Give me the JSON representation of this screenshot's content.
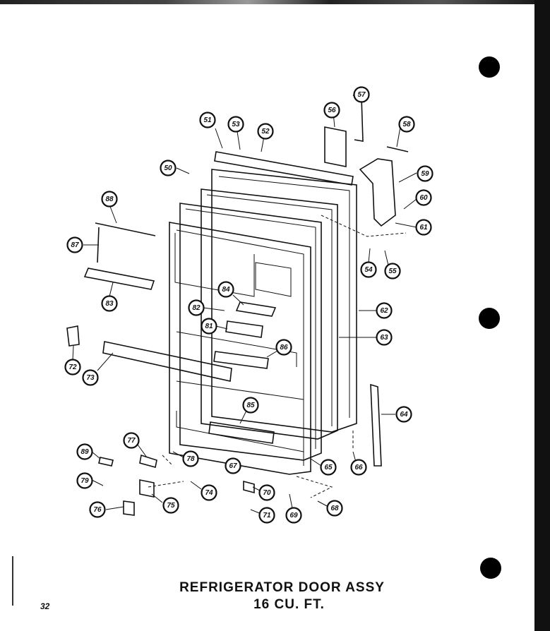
{
  "document": {
    "title_line_1": "REFRIGERATOR DOOR ASSY",
    "title_line_2": "16 CU. FT.",
    "page_number": "32"
  },
  "callouts": [
    "51",
    "53",
    "52",
    "50",
    "56",
    "57",
    "58",
    "59",
    "60",
    "61",
    "54",
    "55",
    "62",
    "63",
    "64",
    "88",
    "87",
    "83",
    "84",
    "82",
    "81",
    "86",
    "72",
    "73",
    "85",
    "77",
    "89",
    "78",
    "79",
    "74",
    "76",
    "75",
    "67",
    "65",
    "66",
    "70",
    "71",
    "69",
    "68"
  ],
  "colors": {
    "ink": "#111111",
    "paper": "#ffffff"
  }
}
